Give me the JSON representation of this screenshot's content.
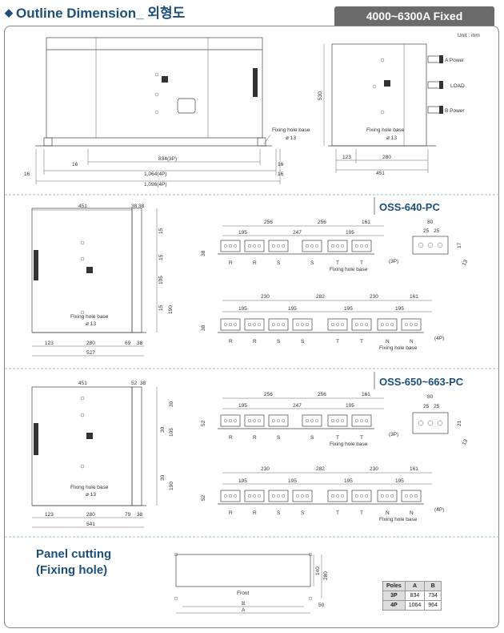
{
  "header": {
    "title": "Outline Dimension_ 외형도",
    "tag": "4000~6300A Fixed",
    "unit": "Unit : mm"
  },
  "top_front": {
    "fixing_label": "Fixing hole base",
    "fixing_dia": "ø 13",
    "dims": [
      "834(3P)",
      "1,064(4P)",
      "1,096(4P)",
      "16",
      "16",
      "16",
      "16"
    ]
  },
  "top_side": {
    "height": "530",
    "labels": [
      "A Power",
      "LOAD",
      "B Power"
    ],
    "fixing_label": "Fixing hole base",
    "fixing_dia": "ø 13",
    "dims": [
      "123",
      "280",
      "451"
    ]
  },
  "oss640": {
    "title": "OSS-640-PC",
    "side_dims": [
      "451",
      "38",
      "38",
      "123",
      "280",
      "69",
      "38",
      "527",
      "15",
      "15",
      "105",
      "15",
      "190"
    ],
    "fixing_label": "Fixing hole base",
    "fixing_dia": "ø 13",
    "p3_top": [
      "256",
      "256",
      "161"
    ],
    "p3_mid": [
      "195",
      "247",
      "195"
    ],
    "p3_letters": [
      "R",
      "R",
      "S",
      "S",
      "T",
      "T"
    ],
    "p3_tag": "(3P)",
    "p3_fix": "Fixing hole base",
    "p3_h": "38",
    "p4_top": [
      "230",
      "282",
      "230",
      "161"
    ],
    "p4_mid": [
      "195",
      "195",
      "195",
      "195"
    ],
    "p4_letters": [
      "R",
      "R",
      "S",
      "S",
      "T",
      "T",
      "N",
      "N"
    ],
    "p4_tag": "(4P)",
    "p4_fix": "Fixing hole base",
    "p4_h": "38",
    "term_dims": [
      "80",
      "25",
      "25",
      "17",
      "13"
    ]
  },
  "oss650": {
    "title": "OSS-650~663-PC",
    "side_dims": [
      "451",
      "52",
      "38",
      "123",
      "280",
      "79",
      "38",
      "541",
      "30",
      "30",
      "105",
      "30",
      "190"
    ],
    "fixing_label": "Fixing hole base",
    "fixing_dia": "ø 13",
    "p3_top": [
      "256",
      "256",
      "161"
    ],
    "p3_mid": [
      "195",
      "247",
      "195"
    ],
    "p3_letters": [
      "R",
      "R",
      "S",
      "S",
      "T",
      "T"
    ],
    "p3_tag": "(3P)",
    "p3_fix": "Fixing hole base",
    "p3_h": "52",
    "p4_top": [
      "230",
      "282",
      "230",
      "161"
    ],
    "p4_mid": [
      "195",
      "195",
      "195",
      "195"
    ],
    "p4_letters": [
      "R",
      "R",
      "S",
      "S",
      "T",
      "T",
      "N",
      "N"
    ],
    "p4_tag": "(4P)",
    "p4_fix": "Fixing hole base",
    "p4_h": "52",
    "term_dims": [
      "80",
      "25",
      "25",
      "21",
      "13"
    ]
  },
  "panel": {
    "title_line1": "Panel cutting",
    "title_line2": "(Fixing hole)",
    "front": "Front",
    "b": "B",
    "a": "A",
    "d140": "140",
    "d280": "280",
    "d50": "50"
  },
  "poles_table": {
    "headers": [
      "Poles",
      "A",
      "B"
    ],
    "rows": [
      [
        "3P",
        "834",
        "734"
      ],
      [
        "4P",
        "1064",
        "964"
      ]
    ]
  }
}
